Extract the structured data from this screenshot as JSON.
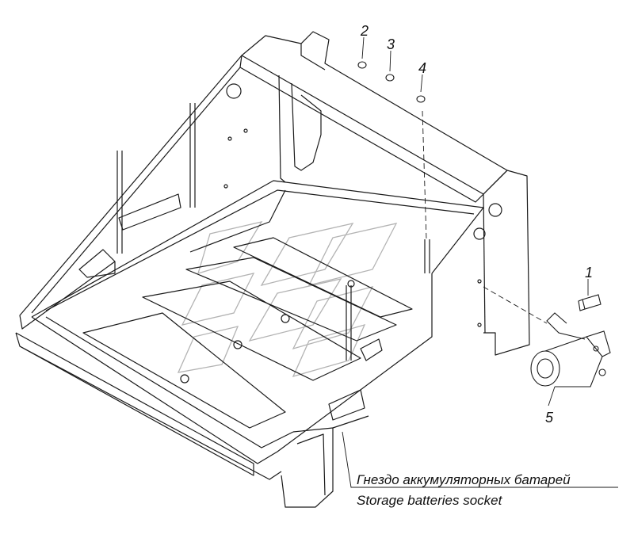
{
  "callouts": {
    "c1": "1",
    "c2": "2",
    "c3": "3",
    "c4": "4",
    "c5": "5"
  },
  "caption": {
    "ru": "Гнездо аккумуляторных батарей",
    "en": "Storage batteries socket"
  },
  "colors": {
    "line": "#1a1a1a",
    "watermark": "#9a9a9a",
    "background": "#ffffff"
  }
}
